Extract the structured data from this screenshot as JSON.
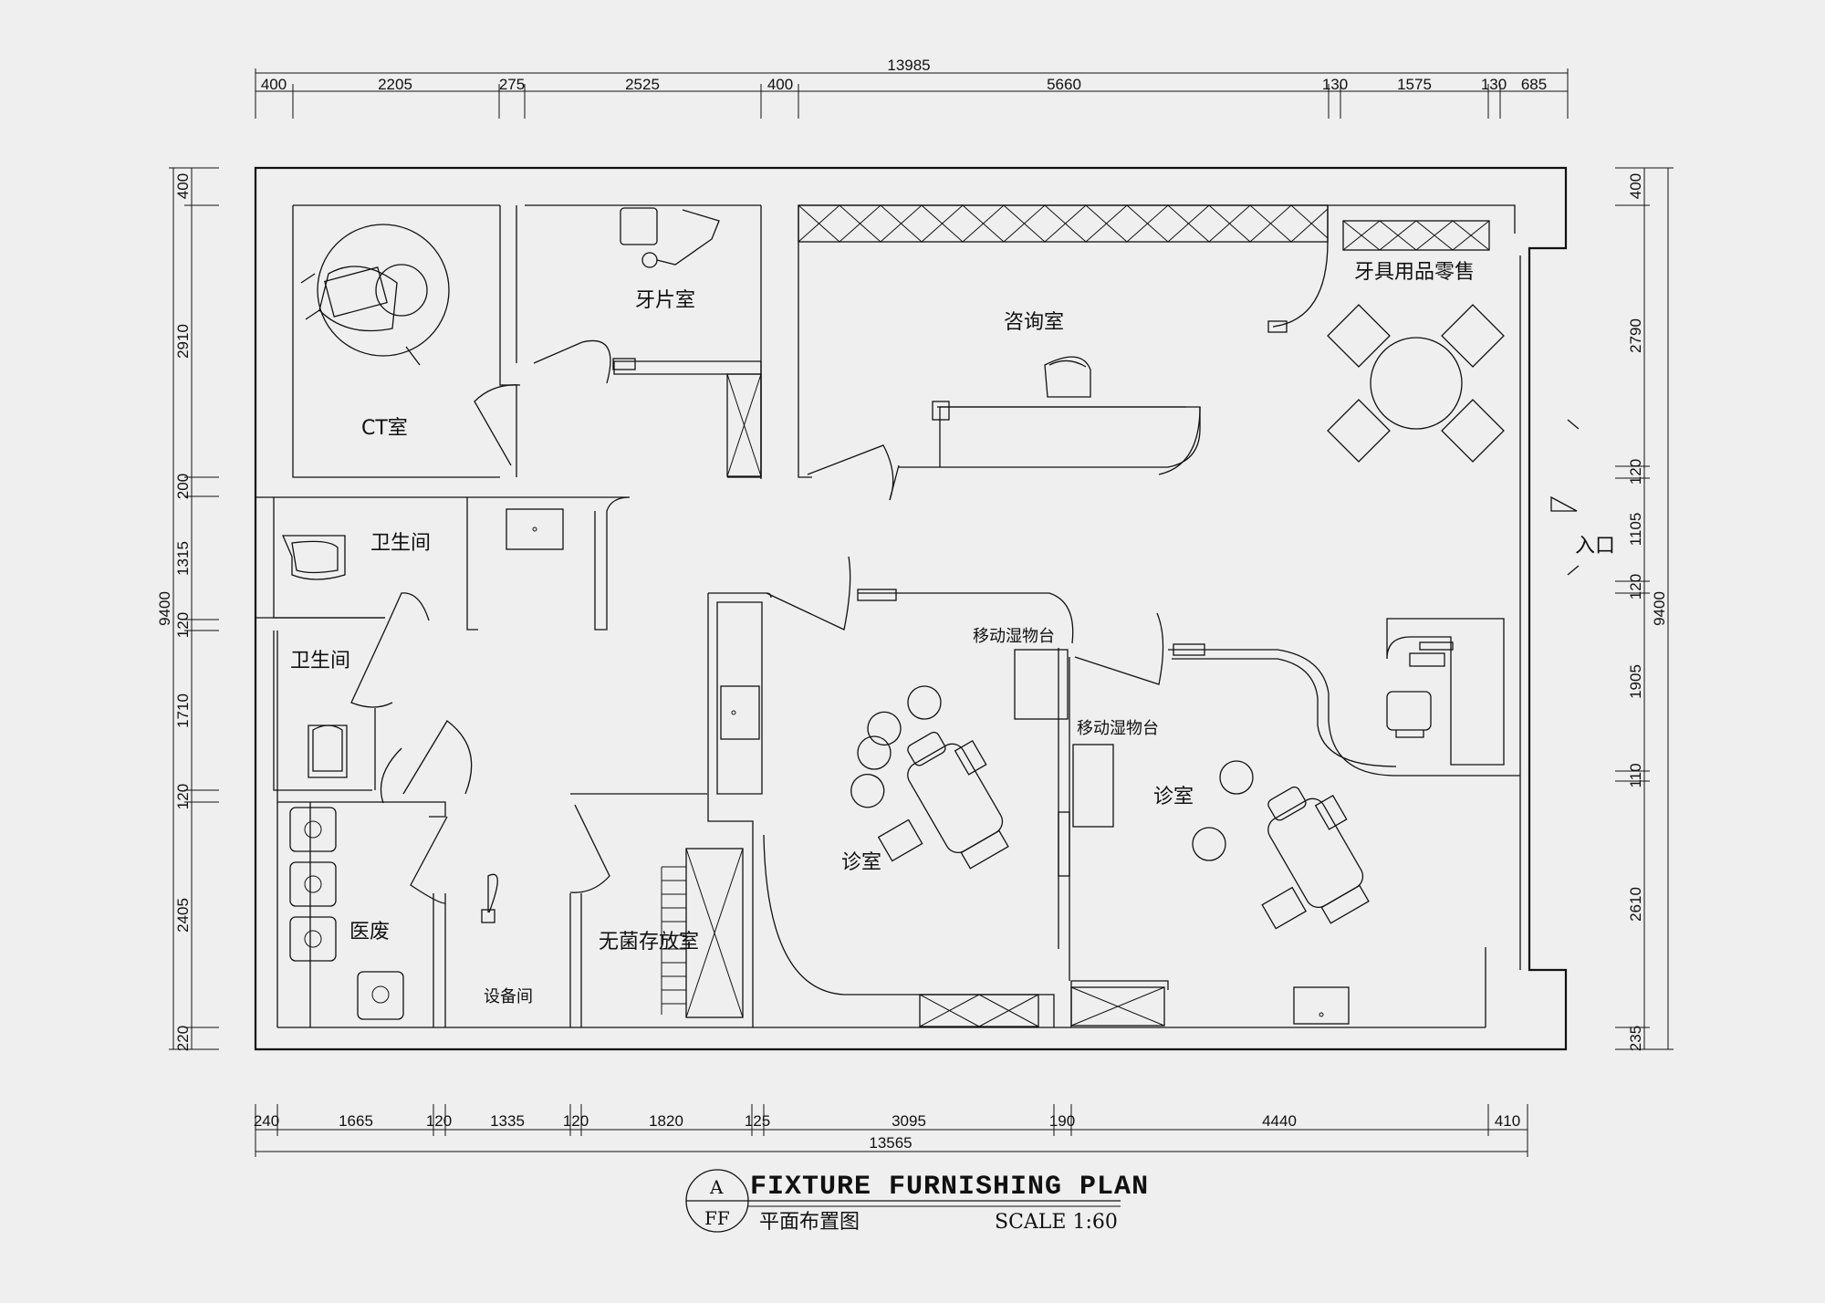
{
  "title": {
    "main": "FIXTURE FURNISHING PLAN",
    "sub": "平面布置图",
    "scale": "SCALE 1:60",
    "tag_top": "A",
    "tag_bottom": "FF"
  },
  "rooms": {
    "ct": "CT室",
    "xray": "牙片室",
    "consult": "咨询室",
    "retail": "牙具用品零售",
    "entrance": "入口",
    "wc1": "卫生间",
    "wc2": "卫生间",
    "medwaste": "医废",
    "equipment": "设备间",
    "sterile": "无菌存放室",
    "clinic1": "诊室",
    "clinic2": "诊室",
    "cart1": "移动湿物台",
    "cart2": "移动湿物台"
  },
  "dims": {
    "top_total": "13985",
    "top": [
      "400",
      "2205",
      "275",
      "2525",
      "400",
      "5660",
      "130",
      "1575",
      "130",
      "685"
    ],
    "bottom_total": "13565",
    "bottom": [
      "240",
      "1665",
      "120",
      "1335",
      "120",
      "1820",
      "125",
      "3095",
      "190",
      "4440",
      "410"
    ],
    "left_total": "9400",
    "left": [
      "400",
      "2910",
      "200",
      "1315",
      "120",
      "1710",
      "120",
      "2405",
      "220"
    ],
    "right_total": "9400",
    "right": [
      "400",
      "2790",
      "120",
      "1105",
      "120",
      "1905",
      "110",
      "2610",
      "235"
    ]
  }
}
